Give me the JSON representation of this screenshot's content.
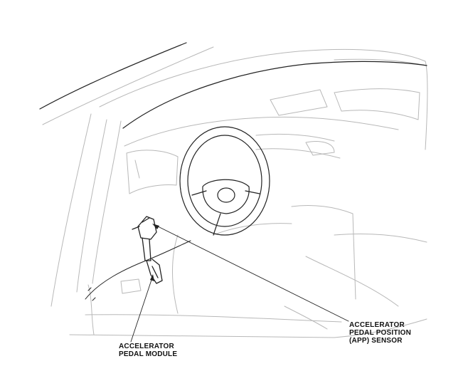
{
  "callouts": {
    "app_sensor": {
      "line1": "ACCELERATOR",
      "line2": "PEDAL POSITION",
      "line3": "(APP) SENSOR"
    },
    "pedal_module": {
      "line1": "ACCELERATOR",
      "line2": "PEDAL MODULE"
    }
  },
  "colors": {
    "outline_dark": "#222222",
    "outline_light": "#b8b8b8",
    "label_text": "#111111"
  }
}
